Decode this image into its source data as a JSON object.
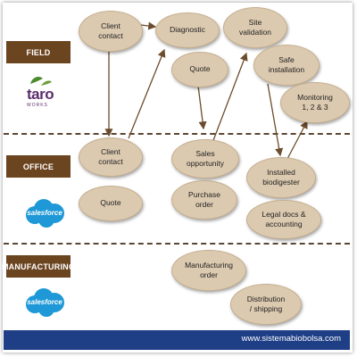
{
  "lanes": {
    "field": "FIELD",
    "office": "OFFICE",
    "manufacturing": "MANUFACTURING"
  },
  "logos": {
    "taro": {
      "word": "taro",
      "sub": "WORKS"
    },
    "salesforce": "salesforce"
  },
  "nodes": {
    "client_contact_field": "Client\ncontact",
    "diagnostic": "Diagnostic",
    "site_validation": "Site\nvalidation",
    "quote_field": "Quote",
    "safe_installation": "Safe\ninstallation",
    "monitoring": "Monitoring\n1, 2 & 3",
    "client_contact_office": "Client\ncontact",
    "sales_opportunity": "Sales\nopportunity",
    "installed_biodigester": "Installed\nbiodigester",
    "quote_office": "Quote",
    "purchase_order": "Purchase\norder",
    "legal_docs": "Legal docs &\naccounting",
    "manufacturing_order": "Manufacturing\norder",
    "distribution": "Distribution\n/ shipping"
  },
  "footer": "www.sistemabiobolsa.com",
  "colors": {
    "lane_label": "#6b4420",
    "node_fill": "#dccab0",
    "arrow": "#6b4c2c",
    "footer": "#1e3e86"
  }
}
